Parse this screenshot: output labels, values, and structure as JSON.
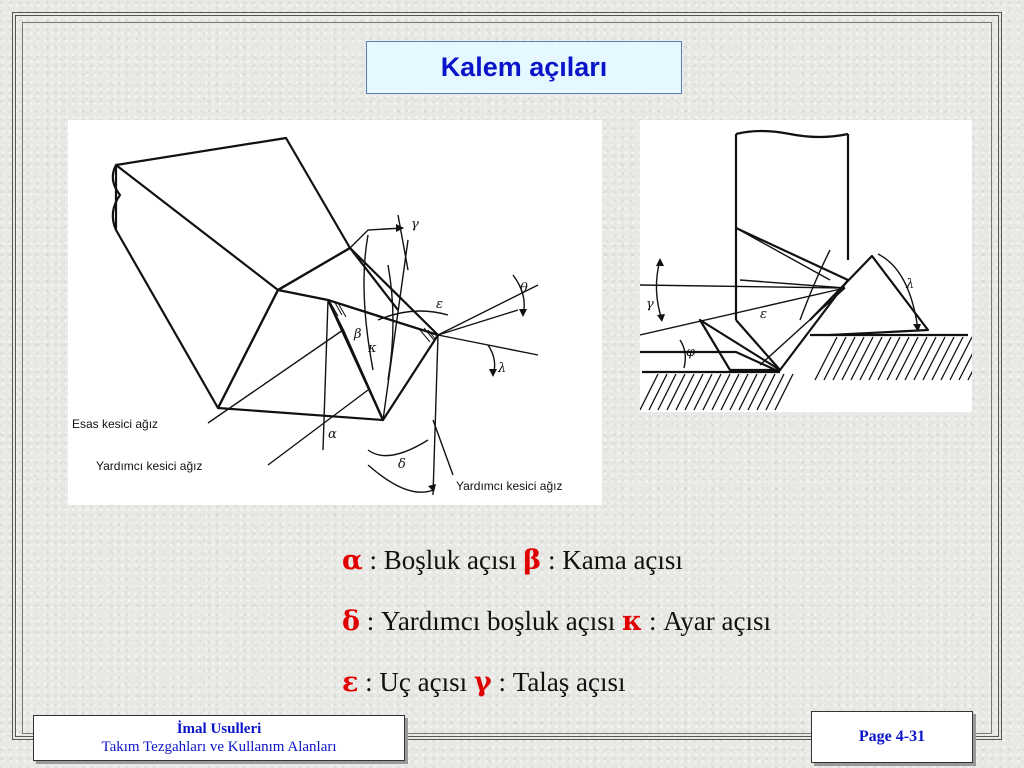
{
  "slide": {
    "title": "Kalem açıları"
  },
  "figure_left": {
    "labels": {
      "main_edge": "Esas kesici ağız",
      "aux_edge_left": "Yardımcı kesici ağız",
      "aux_edge_right": "Yardımcı kesici ağız"
    },
    "symbols": {
      "gamma": "γ",
      "epsilon": "ε",
      "theta": "θ",
      "beta": "β",
      "kappa": "κ",
      "lambda": "λ",
      "alpha": "α",
      "delta": "δ"
    }
  },
  "figure_right": {
    "symbols": {
      "gamma_left": "γ",
      "phi": "φ",
      "epsilon": "ε",
      "lambda": "λ"
    }
  },
  "legend": {
    "row1": {
      "sym1": "α",
      "text1": " : Boşluk açısı ",
      "sym2": "β",
      "text2": " : Kama açısı"
    },
    "row2": {
      "sym1": "δ",
      "text1": " : Yardımcı boşluk açısı ",
      "sym2": "κ",
      "text2": " : Ayar açısı"
    },
    "row3": {
      "sym1": "ε",
      "text1": " : Uç açısı ",
      "sym2": "γ",
      "text2": " : Talaş açısı"
    }
  },
  "footer": {
    "course_title": "İmal Usulleri",
    "course_subtitle": "Takım Tezgahları ve Kullanım Alanları",
    "page_label": "Page 4-31"
  },
  "colors": {
    "title_text": "#0a14c8",
    "title_bg": "#e6f8ff",
    "greek_symbols": "#e00000",
    "footer_text": "#0a14c8"
  }
}
